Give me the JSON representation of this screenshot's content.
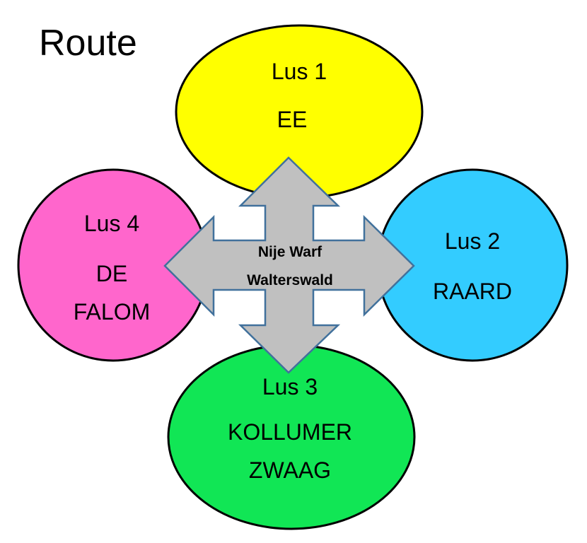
{
  "title": "Route",
  "center": {
    "line1": "Nije Warf",
    "line2": "Walterswald"
  },
  "loops": [
    {
      "label": "Lus 1",
      "lines": [
        "EE"
      ],
      "color": "#ffff00"
    },
    {
      "label": "Lus 2",
      "lines": [
        "RAARD"
      ],
      "color": "#33ccff"
    },
    {
      "label": "Lus 3",
      "lines": [
        "KOLLUMER",
        "ZWAAG"
      ],
      "color": "#11e655"
    },
    {
      "label": "Lus 4",
      "lines": [
        "DE",
        "FALOM"
      ],
      "color": "#ff66cc"
    }
  ],
  "colors": {
    "arrow_fill": "#c0c0c0",
    "arrow_stroke": "#41719c"
  }
}
